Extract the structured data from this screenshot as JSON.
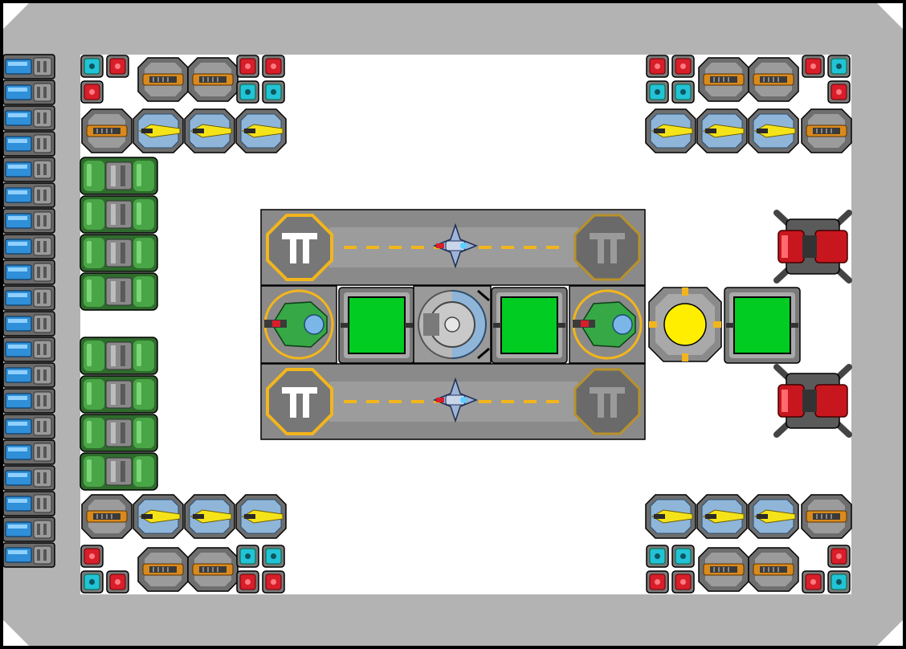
{
  "board": {
    "frame_color": "#b3b3b3",
    "interior_color": "#ffffff",
    "outline_color": "#000000"
  },
  "colors": {
    "metal_dark": "#5a5a5a",
    "metal_mid": "#8a8a8a",
    "metal_light": "#c4c4c4",
    "accent_gold": "#f2b51c",
    "accent_orange": "#d98a1d",
    "cannon_blue": "#8fb6d9",
    "energy_yellow": "#f5e31a",
    "shield_red": "#d81e2a",
    "shield_cyan": "#22c3d6",
    "battery_blue": "#2f8fd8",
    "tank_green": "#49a646",
    "cargo_green": "#00cc22",
    "core_yellow": "#ffee00",
    "turret_red": "#c8161e",
    "drone_green": "#36a845",
    "fighter_blue": "#9db4d6"
  },
  "modules": {
    "battery_column_count": 20,
    "fuel_tank_groups": 2,
    "corner_clusters": 4,
    "hangar_bays": 2,
    "cargo_blocks": 3,
    "turrets": 2
  }
}
